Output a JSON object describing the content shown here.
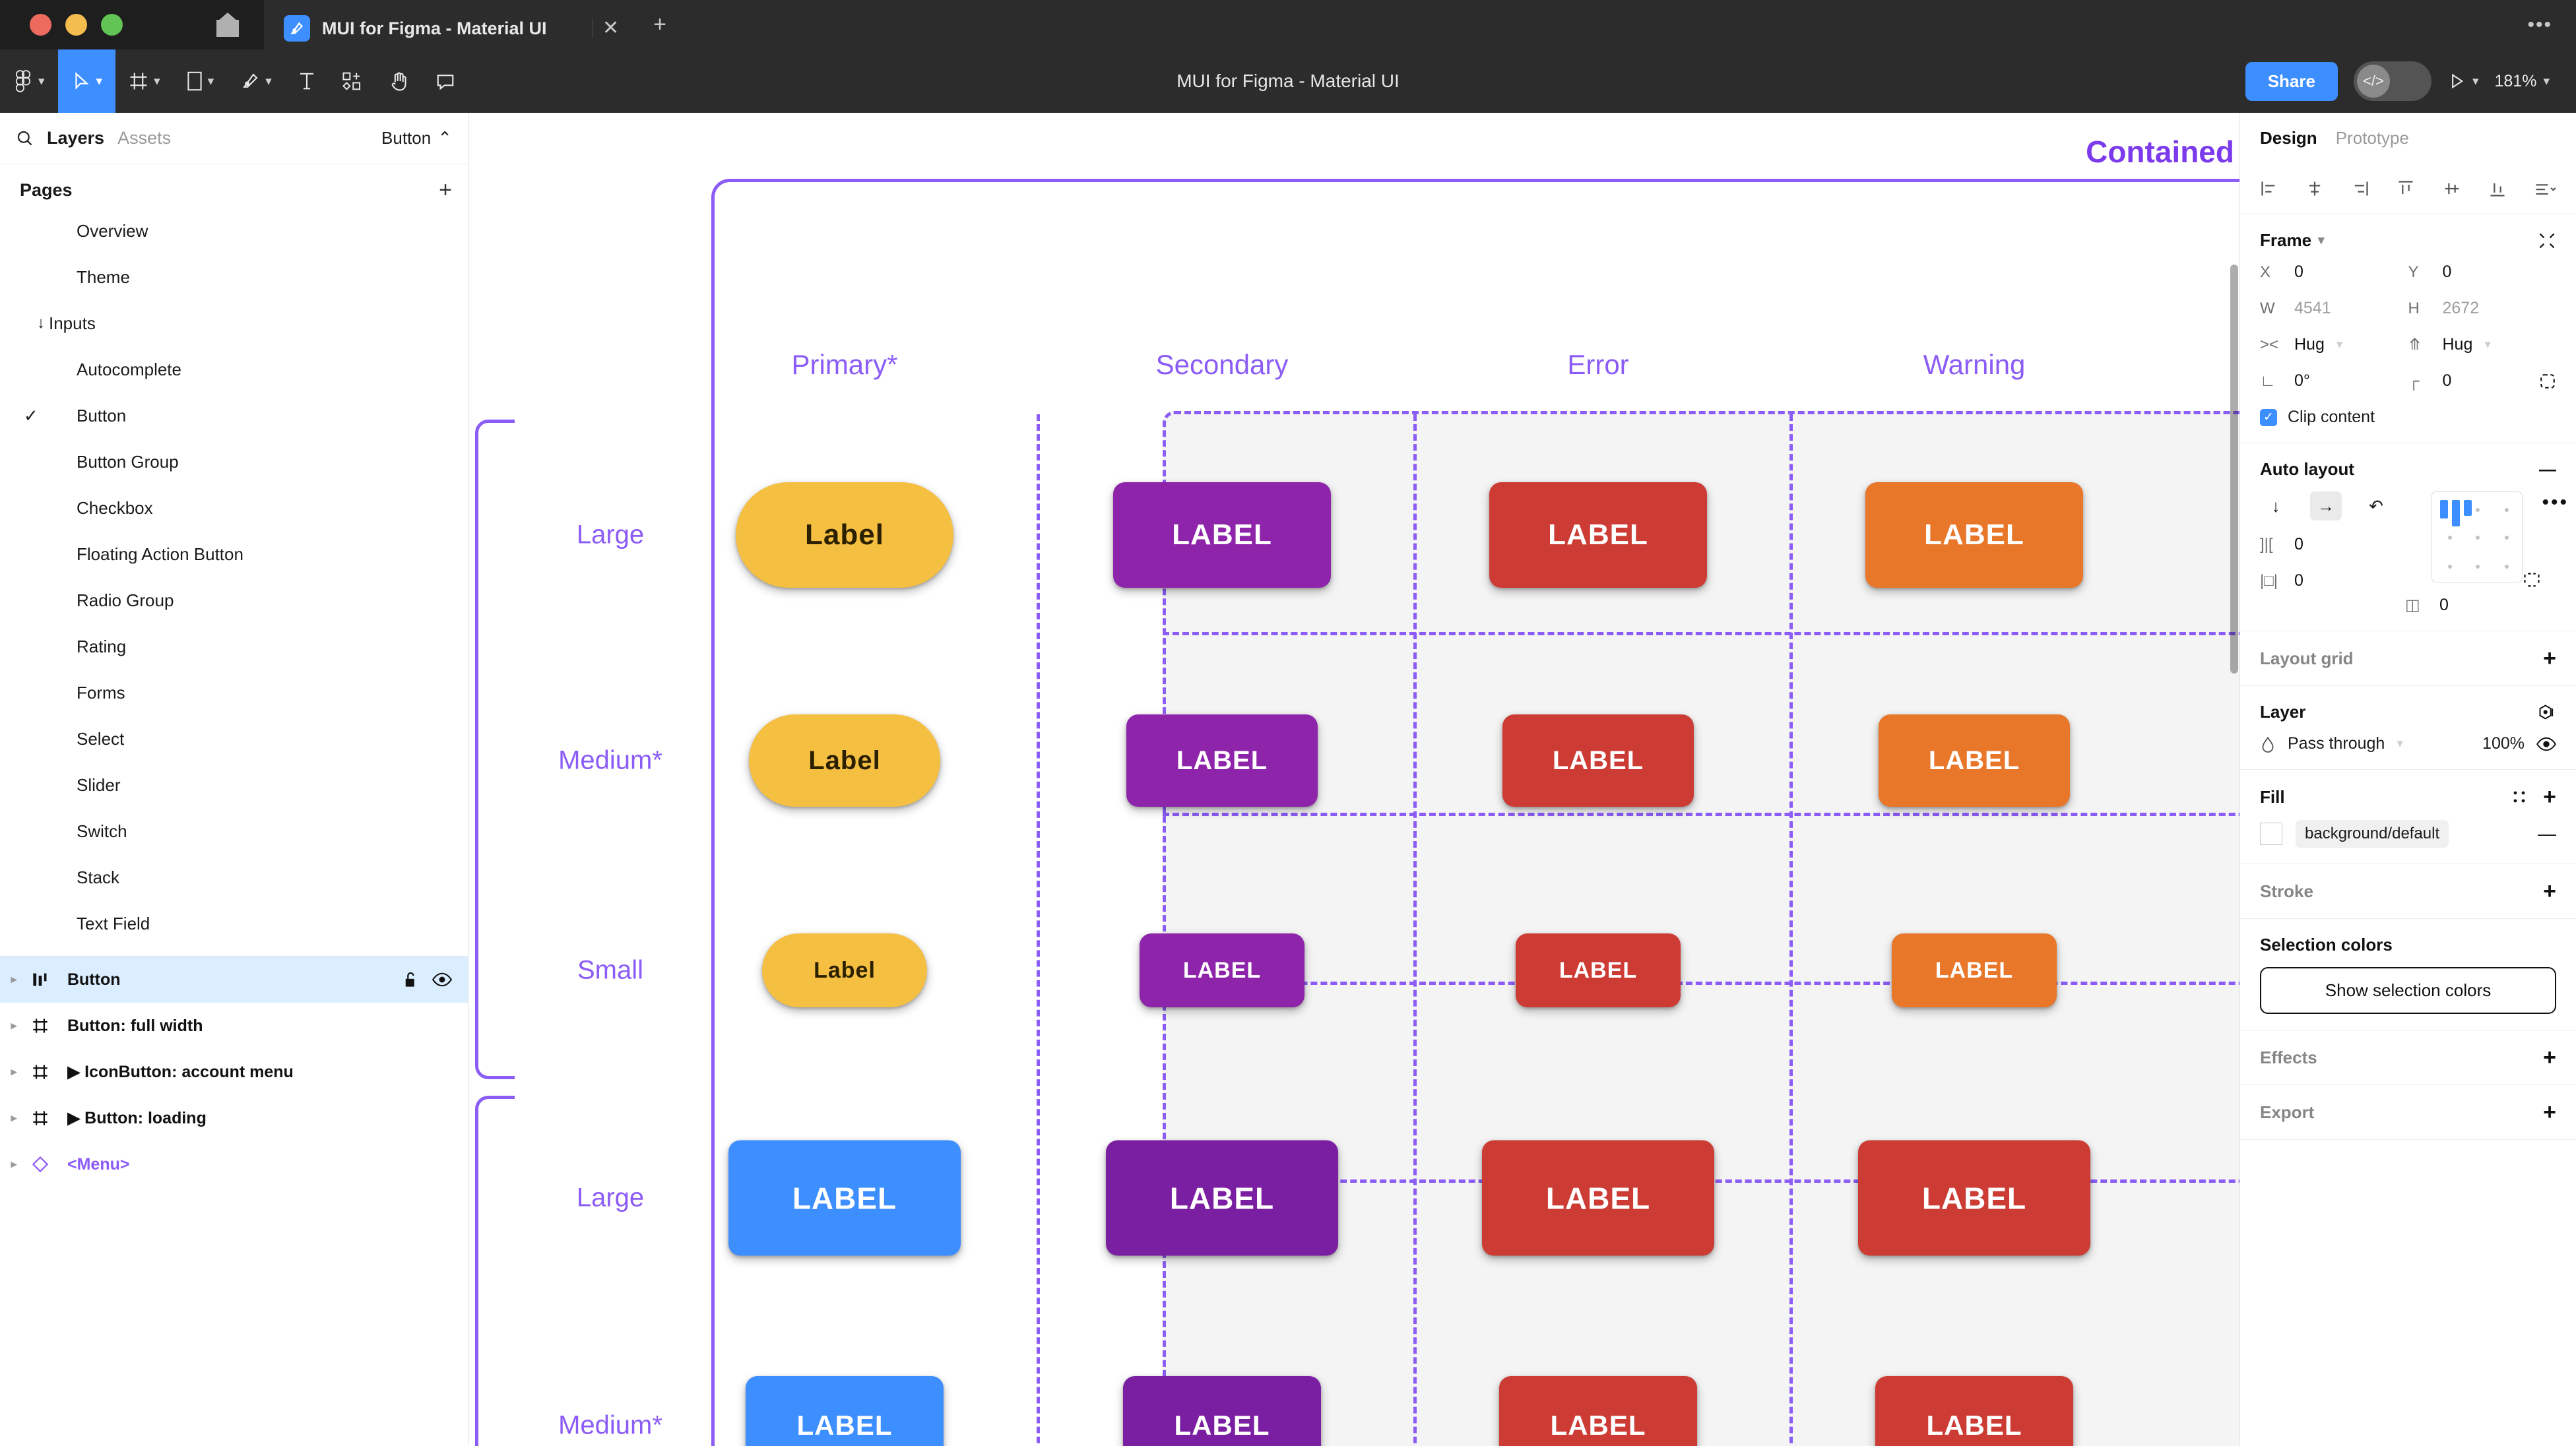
{
  "window": {
    "tab_title": "MUI for Figma - Material UI",
    "tab_icon": "figma-pen-icon",
    "close_label": "✕",
    "new_tab_label": "+",
    "overflow_label": "•••",
    "traffic_lights": [
      "close",
      "minimize",
      "zoom"
    ]
  },
  "toolbar": {
    "menu_icon": "figma-logo-icon",
    "move_icon": "cursor-arrow-icon",
    "frame_icon": "frame-icon",
    "shape_icon": "rectangle-icon",
    "pen_icon": "pen-icon",
    "text_icon": "text-icon",
    "resources_icon": "components-icon",
    "hand_icon": "hand-icon",
    "comment_icon": "comment-icon",
    "file_title": "MUI for Figma - Material UI",
    "share_label": "Share",
    "dev_mode_label": "</>",
    "present_label": "play-icon",
    "zoom_level": "181%"
  },
  "left_panel": {
    "search_icon": "search-icon",
    "tabs": [
      {
        "label": "Layers",
        "active": true
      },
      {
        "label": "Assets",
        "active": false
      }
    ],
    "document_name": "Button",
    "document_chevron": "⌃",
    "pages_title": "Pages",
    "pages_add": "+",
    "pages": [
      {
        "label": "Overview",
        "checked": false,
        "type": "page"
      },
      {
        "label": "Theme",
        "checked": false,
        "type": "page"
      },
      {
        "label": "Inputs",
        "checked": false,
        "type": "section",
        "arrow": "↓"
      },
      {
        "label": "Autocomplete",
        "checked": false,
        "type": "page"
      },
      {
        "label": "Button",
        "checked": true,
        "type": "page"
      },
      {
        "label": "Button Group",
        "checked": false,
        "type": "page"
      },
      {
        "label": "Checkbox",
        "checked": false,
        "type": "page"
      },
      {
        "label": "Floating Action Button",
        "checked": false,
        "type": "page"
      },
      {
        "label": "Radio Group",
        "checked": false,
        "type": "page"
      },
      {
        "label": "Rating",
        "checked": false,
        "type": "page"
      },
      {
        "label": "Forms",
        "checked": false,
        "type": "page"
      },
      {
        "label": "Select",
        "checked": false,
        "type": "page"
      },
      {
        "label": "Slider",
        "checked": false,
        "type": "page"
      },
      {
        "label": "Switch",
        "checked": false,
        "type": "page"
      },
      {
        "label": "Stack",
        "checked": false,
        "type": "page"
      },
      {
        "label": "Text Field",
        "checked": false,
        "type": "page"
      }
    ],
    "layers": [
      {
        "name": "Button",
        "icon": "component-set-icon",
        "selected": true,
        "lock": "unlock-icon",
        "visible": "eye-icon",
        "purple": false
      },
      {
        "name": "Button: full width",
        "icon": "frame-icon",
        "selected": false,
        "purple": false
      },
      {
        "name": "IconButton: account menu",
        "icon": "frame-icon",
        "selected": false,
        "purple": false,
        "prefix": "▶"
      },
      {
        "name": "Button: loading",
        "icon": "frame-icon",
        "selected": false,
        "purple": false,
        "prefix": "▶"
      },
      {
        "name": "<Menu>",
        "icon": "component-instance-icon",
        "selected": false,
        "purple": true
      }
    ]
  },
  "canvas": {
    "frame_title": "Contained",
    "column_headers": [
      "Primary*",
      "Secondary",
      "Error",
      "Warning"
    ],
    "row_labels": [
      "Large",
      "Medium*",
      "Small",
      "Large",
      "Medium*"
    ],
    "variant_labels": {
      "primary_text": "Label",
      "other_text": "LABEL"
    },
    "colors": {
      "primary_amber": "#f5bf42",
      "primary_blue": "#3d8eff",
      "secondary_purple": "#8e24aa",
      "error_red": "#cc3c35",
      "warning_orange": "#e8772a",
      "guide_purple": "#8b5cf6",
      "grid_bg": "#f4f4f4"
    },
    "buttons": [
      {
        "row": "Large",
        "col": "Primary*",
        "label": "Label",
        "color": "#f5bf42",
        "shape": "pill",
        "section": 1
      },
      {
        "row": "Large",
        "col": "Secondary",
        "label": "LABEL",
        "color": "#8e24aa",
        "shape": "rounded",
        "section": 1
      },
      {
        "row": "Large",
        "col": "Error",
        "label": "LABEL",
        "color": "#cc3c35",
        "shape": "rounded",
        "section": 1
      },
      {
        "row": "Large",
        "col": "Warning",
        "label": "LABEL",
        "color": "#e8772a",
        "shape": "rounded",
        "section": 1
      },
      {
        "row": "Medium*",
        "col": "Primary*",
        "label": "Label",
        "color": "#f5bf42",
        "shape": "pill",
        "section": 1
      },
      {
        "row": "Medium*",
        "col": "Secondary",
        "label": "LABEL",
        "color": "#8e24aa",
        "shape": "rounded",
        "section": 1
      },
      {
        "row": "Medium*",
        "col": "Error",
        "label": "LABEL",
        "color": "#cc3c35",
        "shape": "rounded",
        "section": 1
      },
      {
        "row": "Medium*",
        "col": "Warning",
        "label": "LABEL",
        "color": "#e8772a",
        "shape": "rounded",
        "section": 1
      },
      {
        "row": "Small",
        "col": "Primary*",
        "label": "Label",
        "color": "#f5bf42",
        "shape": "pill",
        "section": 1
      },
      {
        "row": "Small",
        "col": "Secondary",
        "label": "LABEL",
        "color": "#8e24aa",
        "shape": "rounded",
        "section": 1
      },
      {
        "row": "Small",
        "col": "Error",
        "label": "LABEL",
        "color": "#cc3c35",
        "shape": "rounded",
        "section": 1
      },
      {
        "row": "Small",
        "col": "Warning",
        "label": "LABEL",
        "color": "#e8772a",
        "shape": "rounded",
        "section": 1
      },
      {
        "row": "Large",
        "col": "Primary*",
        "label": "LABEL",
        "color": "#3d8eff",
        "shape": "rounded",
        "section": 2
      },
      {
        "row": "Large",
        "col": "Secondary",
        "label": "LABEL",
        "color": "#7b1fa2",
        "shape": "rounded",
        "section": 2
      },
      {
        "row": "Large",
        "col": "Error",
        "label": "LABEL",
        "color": "#cc3c35",
        "shape": "rounded",
        "section": 2
      },
      {
        "row": "Large",
        "col": "Warning",
        "label": "LABEL",
        "color": "#cc3c35",
        "shape": "rounded",
        "section": 2
      },
      {
        "row": "Medium*",
        "col": "Primary*",
        "label": "LABEL",
        "color": "#3d8eff",
        "shape": "rounded",
        "section": 2
      },
      {
        "row": "Medium*",
        "col": "Secondary",
        "label": "LABEL",
        "color": "#7b1fa2",
        "shape": "rounded",
        "section": 2
      },
      {
        "row": "Medium*",
        "col": "Error",
        "label": "LABEL",
        "color": "#cc3c35",
        "shape": "rounded",
        "section": 2
      },
      {
        "row": "Medium*",
        "col": "Warning",
        "label": "LABEL",
        "color": "#cc3c35",
        "shape": "rounded",
        "section": 2
      }
    ]
  },
  "right_panel": {
    "tabs": [
      {
        "label": "Design",
        "active": true
      },
      {
        "label": "Prototype",
        "active": false
      }
    ],
    "align_icons": [
      "align-left-icon",
      "align-horizontal-center-icon",
      "align-right-icon",
      "align-top-icon",
      "align-vertical-center-icon",
      "align-bottom-icon",
      "distribute-icon"
    ],
    "frame": {
      "title": "Frame",
      "x_label": "X",
      "x_value": "0",
      "y_label": "Y",
      "y_value": "0",
      "w_label": "W",
      "w_value": "4541",
      "h_label": "H",
      "h_value": "2672",
      "resize_w": "Hug",
      "resize_h": "Hug",
      "rotation": "0°",
      "corner_radius": "0",
      "clip_content_label": "Clip content",
      "clip_content_checked": true,
      "collapse_icon": "collapse-icon",
      "independent_corners_icon": "corners-icon"
    },
    "auto_layout": {
      "title": "Auto layout",
      "remove_label": "—",
      "direction_vertical": "↓",
      "direction_horizontal": "→",
      "direction_wrap": "↶",
      "direction_active": "horizontal",
      "gap_value": "0",
      "horizontal_padding": "0",
      "vertical_padding": "0",
      "more_label": "•••",
      "alignment": "top-left"
    },
    "layout_grid": {
      "title": "Layout grid",
      "add_label": "+"
    },
    "layer": {
      "title": "Layer",
      "blend_mode": "Pass through",
      "opacity": "100%",
      "visible_icon": "eye-icon",
      "styles_icon": "layer-styles-icon"
    },
    "fill": {
      "title": "Fill",
      "style_icon": "fill-styles-icon",
      "add_label": "+",
      "token": "background/default",
      "remove_label": "—"
    },
    "stroke": {
      "title": "Stroke",
      "add_label": "+"
    },
    "selection_colors": {
      "title": "Selection colors",
      "button_label": "Show selection colors"
    },
    "effects": {
      "title": "Effects",
      "add_label": "+"
    },
    "export": {
      "title": "Export",
      "add_label": "+"
    }
  }
}
